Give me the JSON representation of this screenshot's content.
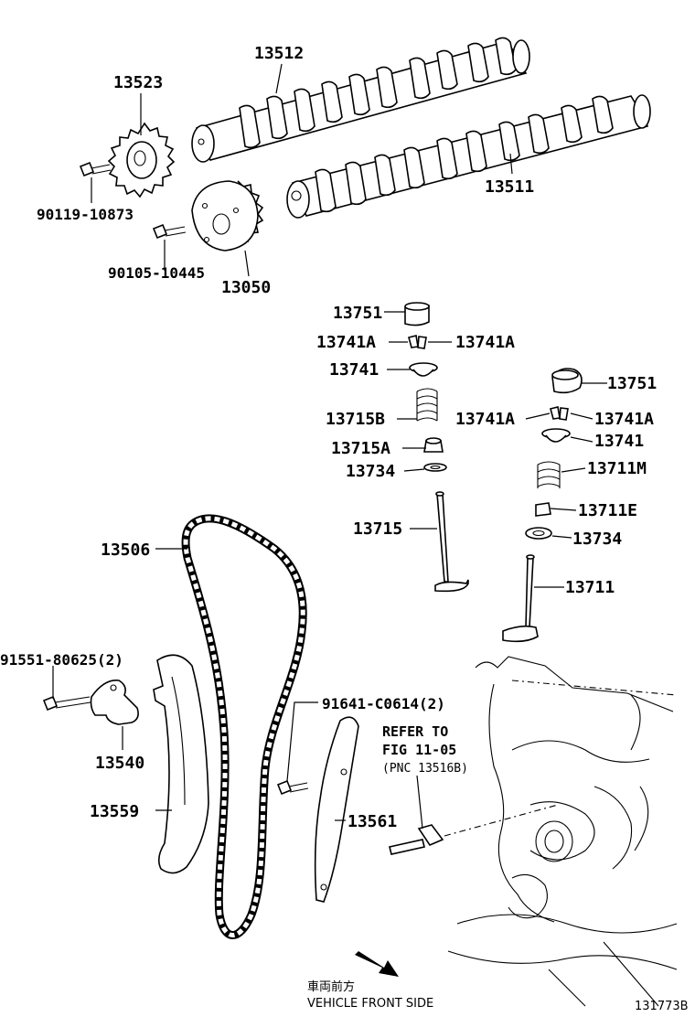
{
  "parts": {
    "p13512": "13512",
    "p13523": "13523",
    "p90119": "90119-10873",
    "p13511": "13511",
    "p90105": "90105-10445",
    "p13050": "13050",
    "p13751a": "13751",
    "p13741A_l1": "13741A",
    "p13741A_r1": "13741A",
    "p13741a": "13741",
    "p13751b": "13751",
    "p13715B": "13715B",
    "p13741A_l2": "13741A",
    "p13741A_r2": "13741A",
    "p13715A": "13715A",
    "p13741b": "13741",
    "p13734a": "13734",
    "p13711M": "13711M",
    "p13711E": "13711E",
    "p13715": "13715",
    "p13734b": "13734",
    "p13506": "13506",
    "p13711": "13711",
    "p91551": "91551-80625(2)",
    "p91641": "91641-C0614(2)",
    "p13540": "13540",
    "p13559": "13559",
    "p13561": "13561"
  },
  "note": {
    "line1": "REFER TO",
    "line2": "FIG 11-05",
    "line3": "(PNC 13516B)"
  },
  "front": {
    "jp": "車両前方",
    "en": "VEHICLE FRONT SIDE"
  },
  "figure_id": "131773B"
}
